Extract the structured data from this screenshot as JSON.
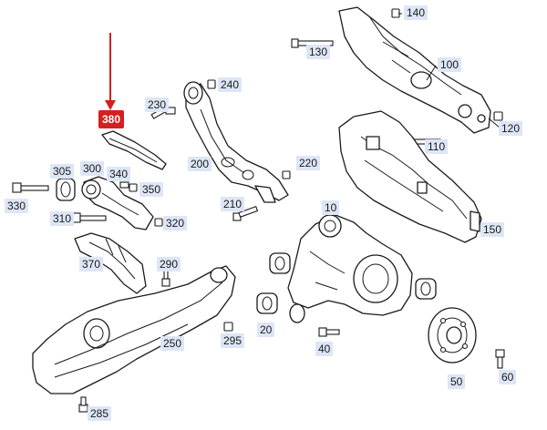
{
  "colors": {
    "label_bg": "#dde6f6",
    "highlight_bg": "#d42020",
    "highlight_arrow": "#d42020",
    "line": "#1a1a1a"
  },
  "labels": {
    "p10": "10",
    "p20": "20",
    "p40": "40",
    "p50": "50",
    "p60": "60",
    "p100": "100",
    "p110": "110",
    "p120": "120",
    "p130": "130",
    "p140": "140",
    "p150": "150",
    "p200": "200",
    "p210": "210",
    "p220": "220",
    "p230": "230",
    "p240": "240",
    "p250": "250",
    "p285": "285",
    "p290": "290",
    "p295": "295",
    "p300": "300",
    "p305": "305",
    "p310": "310",
    "p320": "320",
    "p330": "330",
    "p340": "340",
    "p350": "350",
    "p370": "370",
    "p380": "380"
  }
}
